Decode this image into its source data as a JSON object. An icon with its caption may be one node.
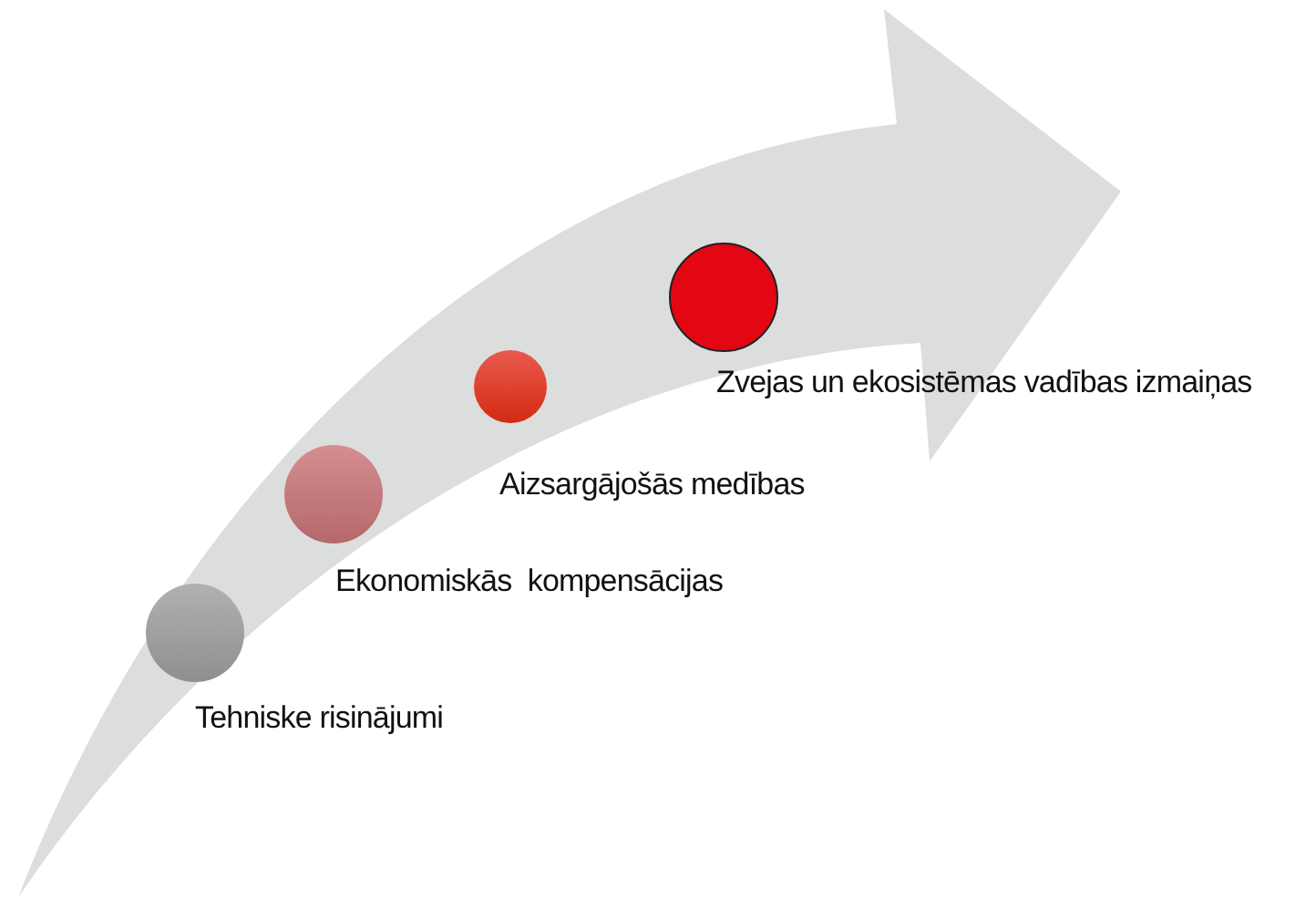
{
  "diagram": {
    "nodes": [
      {
        "text": [],
        "shape": "circle",
        "beside": [
          "Tehniske risinājumi"
        ]
      },
      {
        "text": [],
        "shape": "circle",
        "beside": [
          "Ekonomiskās  kompensācijas"
        ]
      },
      {
        "text": [],
        "shape": "circle",
        "beside": [
          "Aizsargājošās medības"
        ]
      },
      {
        "text": [],
        "shape": "circle",
        "beside": [
          "Zvejas un ekosistēmas vadības izmaiņas"
        ]
      }
    ]
  }
}
